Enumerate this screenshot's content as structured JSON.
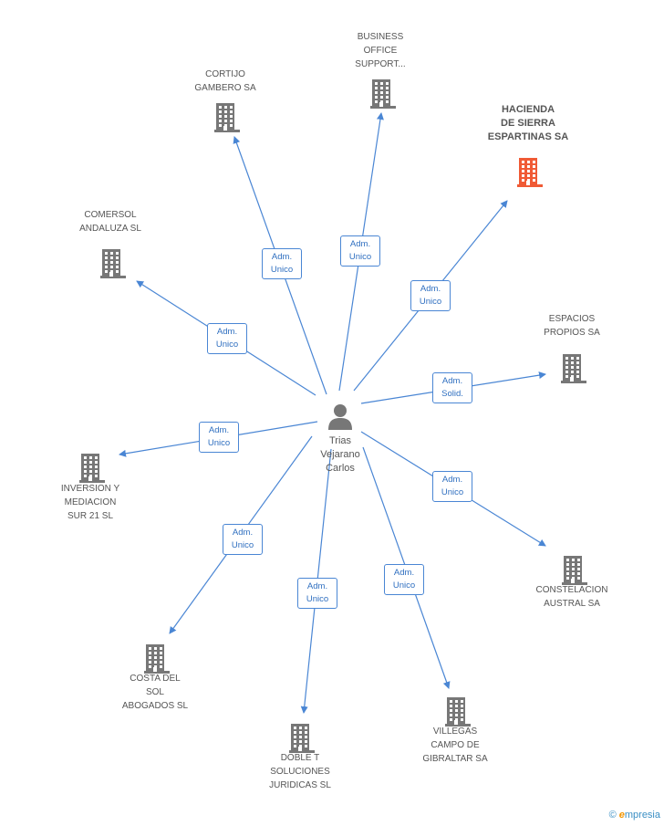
{
  "center": {
    "name": "Trias\nVejarano\nCarlos",
    "icon": "person-icon"
  },
  "colors": {
    "edge": "#4a86d4",
    "building": "#777777",
    "highlight": "#f05a35"
  },
  "nodes": [
    {
      "id": "cortijo",
      "label": "CORTIJO\nGAMBERO SA",
      "role": "Adm.\nUnico",
      "highlight": false
    },
    {
      "id": "business",
      "label": "BUSINESS\nOFFICE\nSUPPORT...",
      "role": "Adm.\nUnico",
      "highlight": false
    },
    {
      "id": "hacienda",
      "label": "HACIENDA\nDE SIERRA\nESPARTINAS SA",
      "role": "Adm.\nUnico",
      "highlight": true
    },
    {
      "id": "comersol",
      "label": "COMERSOL\nANDALUZA SL",
      "role": "Adm.\nUnico",
      "highlight": false
    },
    {
      "id": "espacios",
      "label": "ESPACIOS\nPROPIOS SA",
      "role": "Adm.\nSolid.",
      "highlight": false
    },
    {
      "id": "inversion",
      "label": "INVERSION Y\nMEDIACION\nSUR 21 SL",
      "role": "Adm.\nUnico",
      "highlight": false
    },
    {
      "id": "constelacion",
      "label": "CONSTELACION\nAUSTRAL SA",
      "role": "Adm.\nUnico",
      "highlight": false
    },
    {
      "id": "costa",
      "label": "COSTA DEL\nSOL\nABOGADOS SL",
      "role": "Adm.\nUnico",
      "highlight": false
    },
    {
      "id": "doble",
      "label": "DOBLE T\nSOLUCIONES\nJURIDICAS SL",
      "role": "Adm.\nUnico",
      "highlight": false
    },
    {
      "id": "villegas",
      "label": "VILLEGAS\nCAMPO DE\nGIBRALTAR SA",
      "role": "Adm.\nUnico",
      "highlight": false
    }
  ],
  "footer": {
    "copyright_symbol": "©",
    "brand_initial": "e",
    "brand_rest": "mpresia"
  }
}
